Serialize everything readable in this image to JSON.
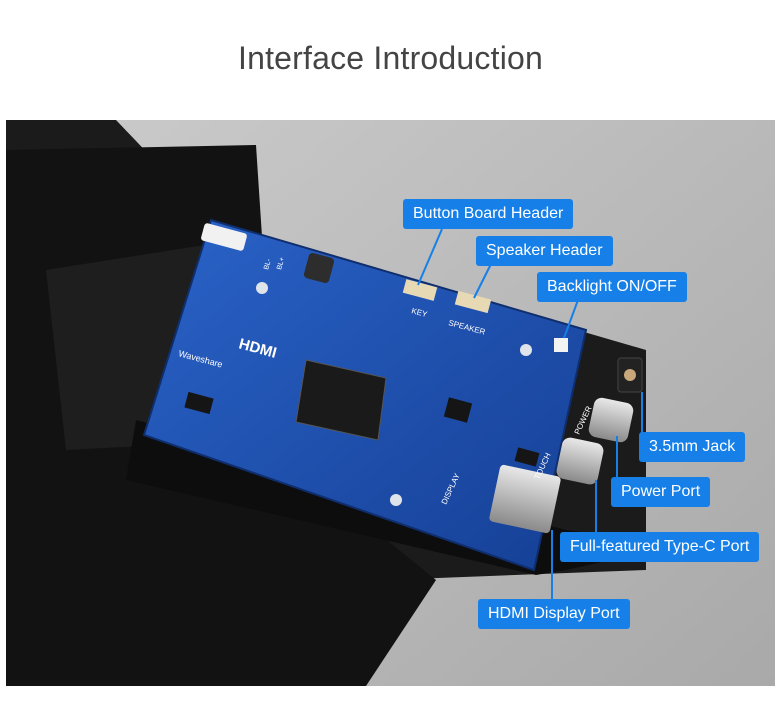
{
  "title": "Interface Introduction",
  "board": {
    "logo_text": "HDMI",
    "brand_text": "Waveshare",
    "silkscreen": {
      "key": "KEY",
      "speaker": "SPEAKER",
      "display": "DISPLAY",
      "touch": "TOUCH",
      "power": "POWER",
      "bl_minus": "BL-",
      "bl_plus": "BL+"
    }
  },
  "callouts": {
    "button_board_header": "Button Board Header",
    "speaker_header": "Speaker Header",
    "backlight": "Backlight ON/OFF",
    "jack": "3.5mm Jack",
    "power_port": "Power Port",
    "type_c": "Full-featured Type-C Port",
    "hdmi": "HDMI Display Port"
  },
  "colors": {
    "callout_bg": "#1680e8",
    "pcb": "#1a4fb0",
    "panel_frame": "#1b1b1b",
    "panel_glass": "#b8b8b8"
  }
}
